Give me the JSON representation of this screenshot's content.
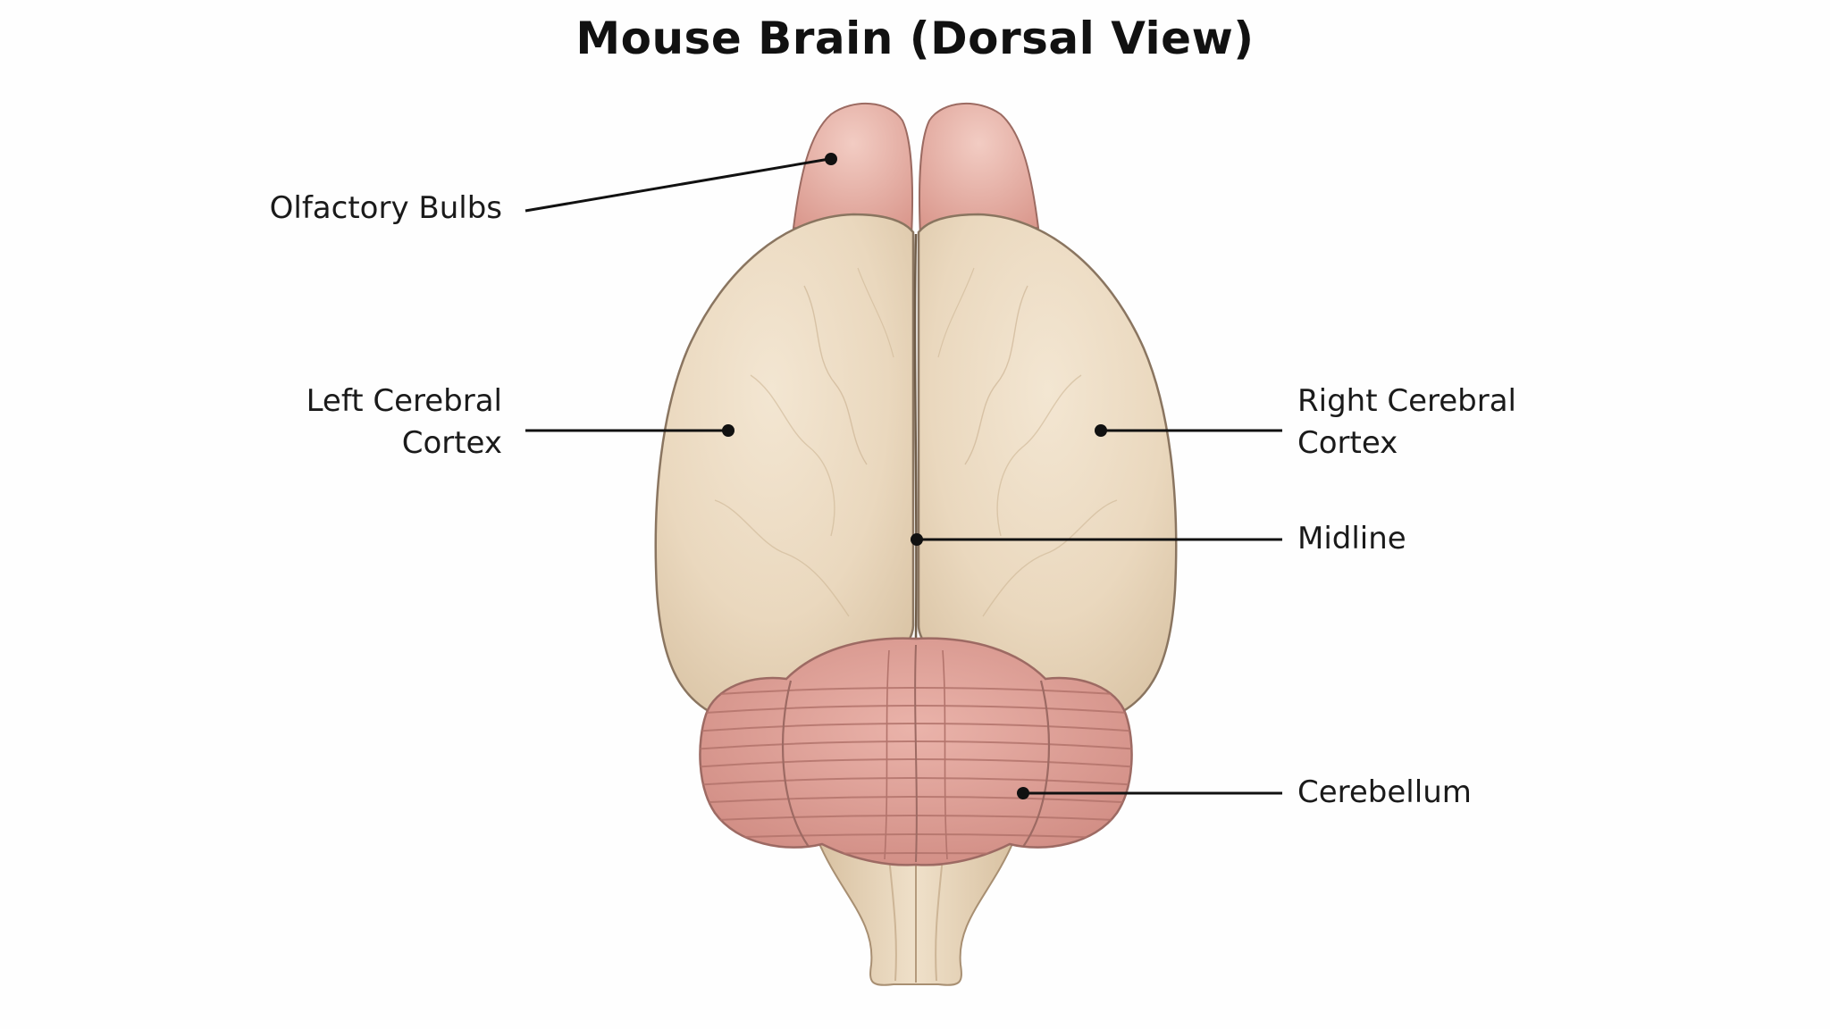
{
  "title": "Mouse Brain (Dorsal View)",
  "labels": {
    "olfactory_bulbs": "Olfactory Bulbs",
    "left_cortex": "Left Cerebral\nCortex",
    "right_cortex": "Right Cerebral\nCortex",
    "midline": "Midline",
    "cerebellum": "Cerebellum"
  },
  "colors": {
    "cortex": "#ead8be",
    "cortex_edge": "#8a7560",
    "bulb": "#e5aca2",
    "cerebellum": "#dd9c93",
    "brainstem": "#e7d3b8",
    "leader": "#111111"
  }
}
